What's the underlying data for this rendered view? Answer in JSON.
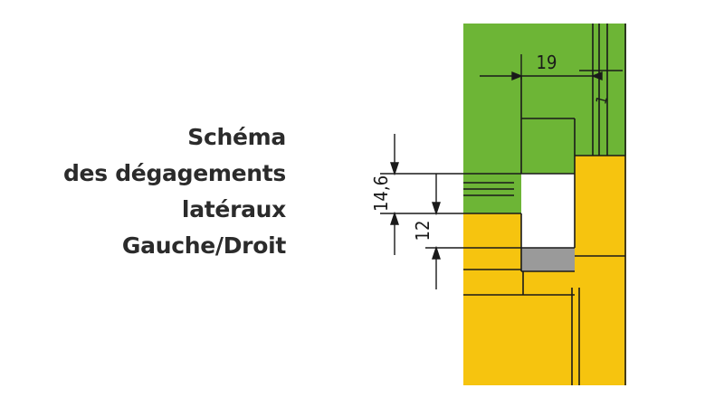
{
  "caption": {
    "line1": "Schéma",
    "line2": "des dégagements",
    "line3": "latéraux",
    "line4": "Gauche/Droit"
  },
  "dimensions": {
    "width_top": "19",
    "height_outer": "14,6",
    "height_inner": "12",
    "tick_mark": "1"
  },
  "colors": {
    "green": "#6db536",
    "yellow": "#f6c40f",
    "gray": "#9a9a9a",
    "line": "#1a1a1a"
  }
}
